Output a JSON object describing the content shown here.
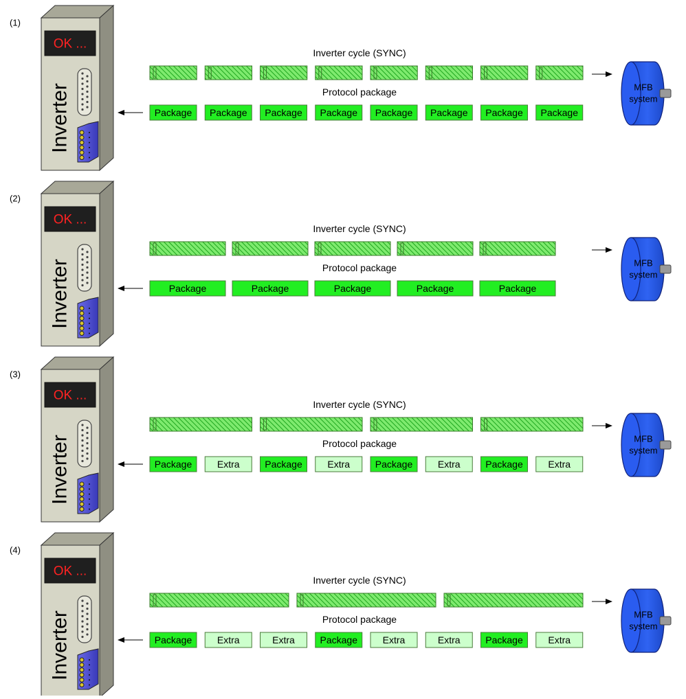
{
  "panels": [
    {
      "label": "(1)",
      "display": "OK ...",
      "device": "Inverter",
      "motor": "MFB\nsystem",
      "sync_title": "Inverter cycle (SYNC)",
      "protocol_title": "Protocol package",
      "sync_blocks": 8,
      "packages": [
        "Package",
        "Package",
        "Package",
        "Package",
        "Package",
        "Package",
        "Package",
        "Package"
      ]
    },
    {
      "label": "(2)",
      "display": "OK ...",
      "device": "Inverter",
      "motor": "MFB\nsystem",
      "sync_title": "Inverter cycle (SYNC)",
      "protocol_title": "Protocol package",
      "sync_blocks": 5,
      "packages": [
        "Package",
        "Package",
        "Package",
        "Package",
        "Package"
      ]
    },
    {
      "label": "(3)",
      "display": "OK ...",
      "device": "Inverter",
      "motor": "MFB\nsystem",
      "sync_title": "Inverter cycle (SYNC)",
      "protocol_title": "Protocol package",
      "sync_blocks": 4,
      "packages": [
        "Package",
        "Extra",
        "Package",
        "Extra",
        "Package",
        "Extra",
        "Package",
        "Extra"
      ]
    },
    {
      "label": "(4)",
      "display": "OK ...",
      "device": "Inverter",
      "motor": "MFB\nsystem",
      "sync_title": "Inverter cycle (SYNC)",
      "protocol_title": "Protocol package",
      "sync_blocks": 3,
      "packages": [
        "Package",
        "Extra",
        "Extra",
        "Package",
        "Extra",
        "Extra",
        "Package",
        "Extra"
      ]
    }
  ],
  "colors": {
    "package": "#22ee22",
    "extra": "#ccffcc",
    "sync_hatch": "#33cc33",
    "motor": "#2255ee",
    "cabinet": "#d6d6c6",
    "display_text": "#ff2222"
  }
}
